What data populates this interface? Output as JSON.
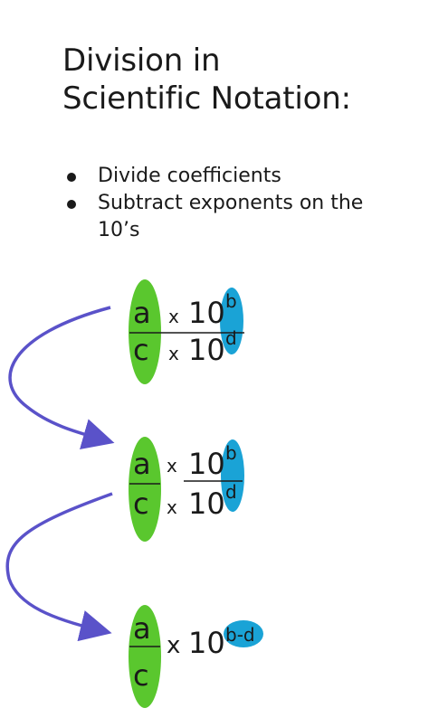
{
  "title": {
    "line1": "Division in",
    "line2": "Scientific Notation:"
  },
  "bullets": [
    "Divide coefficients",
    "Subtract exponents on the 10’s"
  ],
  "colors": {
    "coefficient_highlight": "#5ac72e",
    "exponent_highlight": "#1aa3d6",
    "arrow": "#5a52c9",
    "text": "#1a1a1a"
  },
  "icons": [
    "curved-arrow"
  ],
  "expressions": [
    {
      "numerator_coefficient": "a",
      "denominator_coefficient": "c",
      "times": "x",
      "numerator_base": "10",
      "numerator_exponent": "b",
      "denominator_base": "10",
      "denominator_exponent": "d"
    },
    {
      "numerator_coefficient": "a",
      "denominator_coefficient": "c",
      "times": "x",
      "numerator_base": "10",
      "numerator_exponent": "b",
      "denominator_base": "10",
      "denominator_exponent": "d"
    },
    {
      "numerator_coefficient": "a",
      "denominator_coefficient": "c",
      "times": "x",
      "base": "10",
      "exponent": "b-d"
    }
  ]
}
